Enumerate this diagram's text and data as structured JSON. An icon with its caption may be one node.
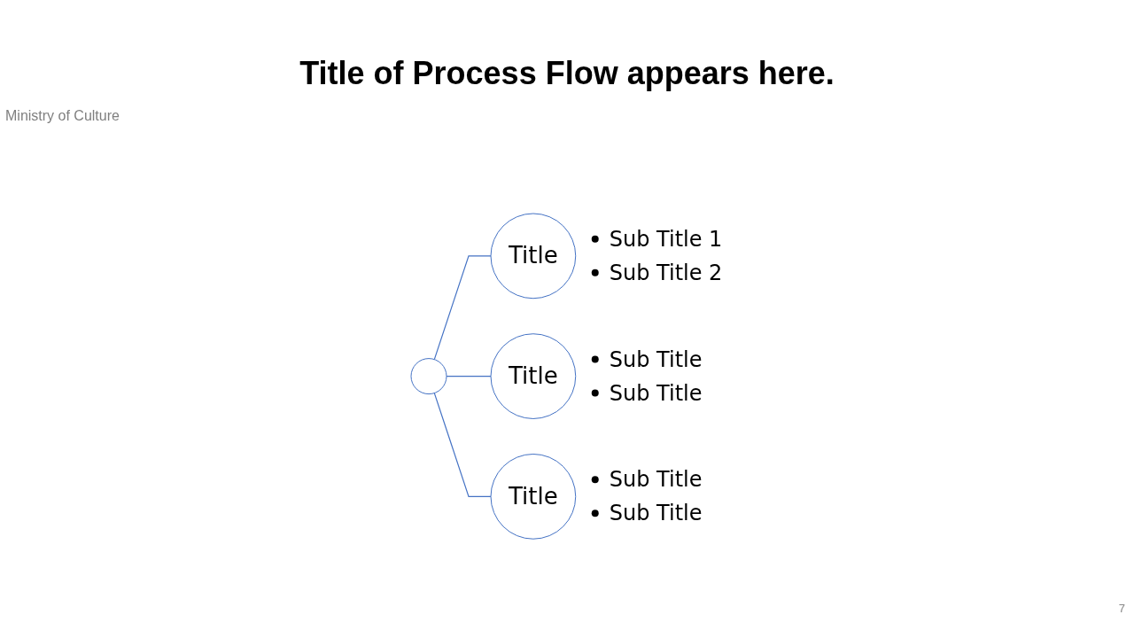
{
  "diagram": {
    "title": "Title of Process Flow appears here.",
    "nodes": [
      {
        "text": [],
        "shape": "circle"
      },
      {
        "text": [
          "Title"
        ],
        "beside": [
          "Sub Title 1",
          "Sub Title 2"
        ]
      },
      {
        "text": [
          "Title"
        ],
        "beside": [
          "Sub Title",
          "Sub Title"
        ]
      },
      {
        "text": [
          "Title"
        ],
        "beside": [
          "Sub Title",
          "Sub Title"
        ]
      }
    ],
    "edges": [
      {
        "from": 0,
        "to": 1,
        "arrow": "none"
      },
      {
        "from": 0,
        "to": 2,
        "arrow": "none"
      },
      {
        "from": 0,
        "to": 3,
        "arrow": "none"
      }
    ],
    "labels": [
      "Ministry of Culture",
      "7"
    ]
  }
}
